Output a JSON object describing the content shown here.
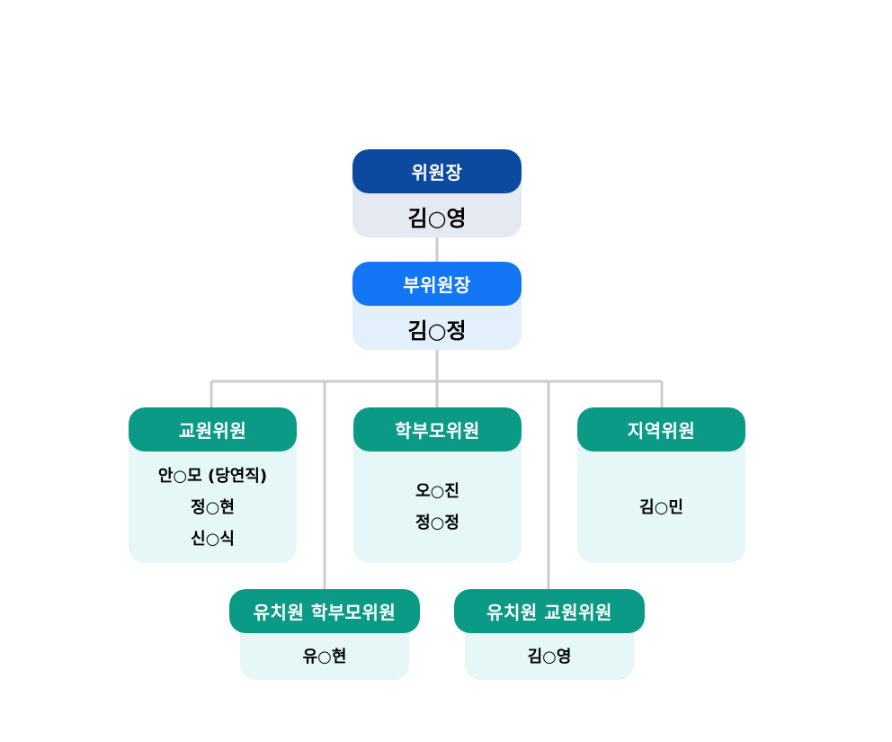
{
  "colors": {
    "chair_head": "#0b4a9e",
    "chair_body": "#e4e9f2",
    "vice_head": "#1276f5",
    "vice_body": "#e3f0fc",
    "teal_head": "#0b9a85",
    "teal_body": "#e5f7f6",
    "line": "#cccccc"
  },
  "chair": {
    "title": "위원장",
    "name": "김○영"
  },
  "vice_chair": {
    "title": "부위원장",
    "name": "김○정"
  },
  "teacher_committee": {
    "title": "교원위원",
    "members": [
      "안○모 (당연직)",
      "정○현",
      "신○식"
    ]
  },
  "parent_committee": {
    "title": "학부모위원",
    "members": [
      "오○진",
      "정○정"
    ]
  },
  "community_committee": {
    "title": "지역위원",
    "members": [
      "김○민"
    ]
  },
  "kinder_parent_committee": {
    "title": "유치원 학부모위원",
    "members": [
      "유○현"
    ]
  },
  "kinder_teacher_committee": {
    "title": "유치원 교원위원",
    "members": [
      "김○영"
    ]
  }
}
